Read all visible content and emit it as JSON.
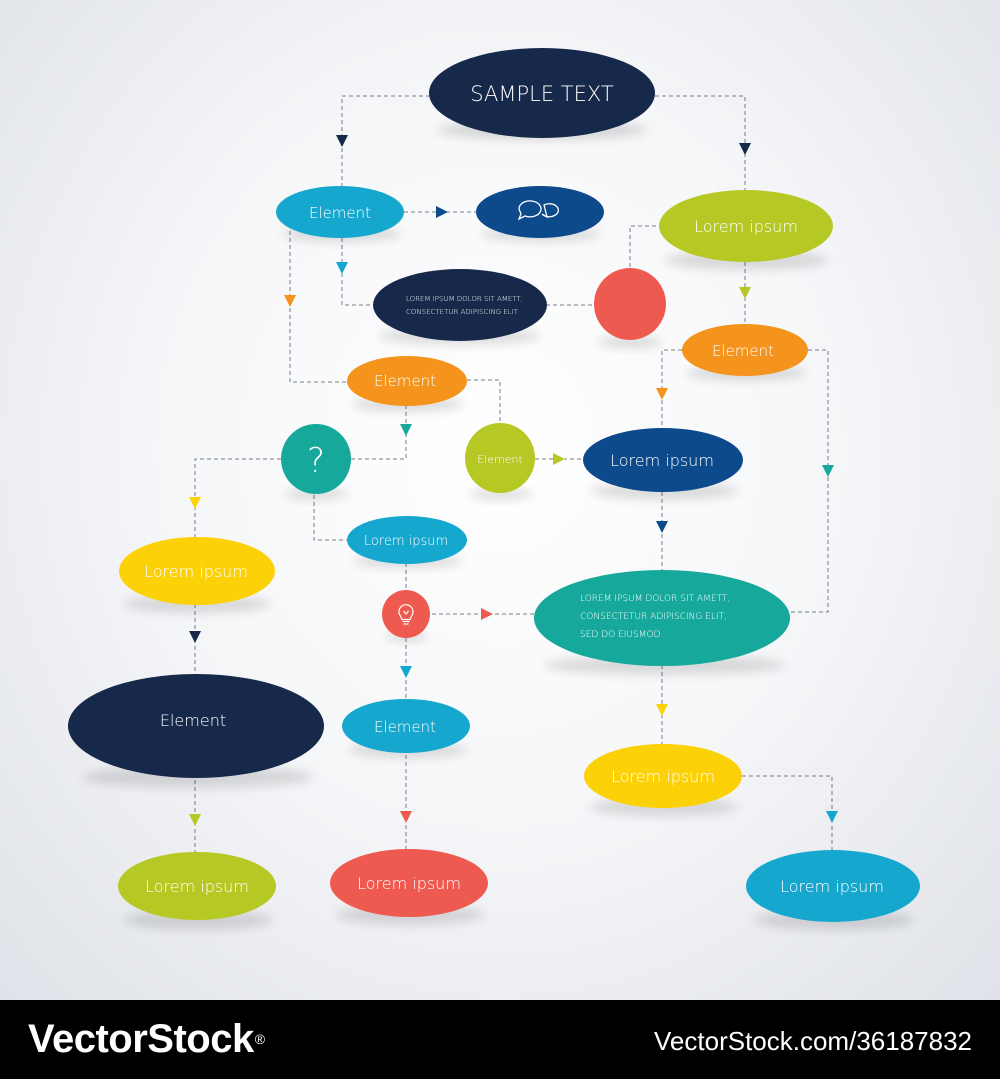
{
  "colors": {
    "navy": "#16294a",
    "blue": "#0d4a8c",
    "cyan": "#16a7cf",
    "lime": "#b6c824",
    "orange": "#f5941c",
    "red": "#ef5a50",
    "teal": "#17a89c",
    "yellow": "#fcd107",
    "connector": "#777c85"
  },
  "nodes": {
    "sample_text": "SAMPLE TEXT",
    "element_top_left": "Element",
    "element_upper_right": "Element",
    "element_mid": "Element",
    "element_circle": "Element",
    "element_large": "Element",
    "element_center_lower": "Element",
    "lorem_top_right": "Lorem ipsum",
    "lorem_blue": "Lorem ipsum",
    "lorem_small_cyan": "Lorem ipsum",
    "lorem_yellow_left": "Lorem ipsum",
    "lorem_yellow_right": "Lorem ipsum",
    "lorem_lime_bottom": "Lorem ipsum",
    "lorem_red_bottom": "Lorem ipsum",
    "lorem_cyan_bottom": "Lorem ipsum",
    "question_mark": "?",
    "dolor_short": [
      "LOREM IPSUM DOLOR SIT AMETT,",
      "CONSECTETUR ADIPISCING ELIT"
    ],
    "dolor_long": [
      "LOREM IPSUM DOLOR SIT AMETT,",
      "CONSECTETUR ADIPISCING ELIT,",
      "SED DO EIUSMOD."
    ]
  },
  "icons": [
    "speech-bubbles-icon",
    "light-bulb-icon",
    "question-mark-icon"
  ],
  "footer": {
    "brand": "VectorStock",
    "brand_mark": "®",
    "image_id": "VectorStock.com/36187832"
  }
}
